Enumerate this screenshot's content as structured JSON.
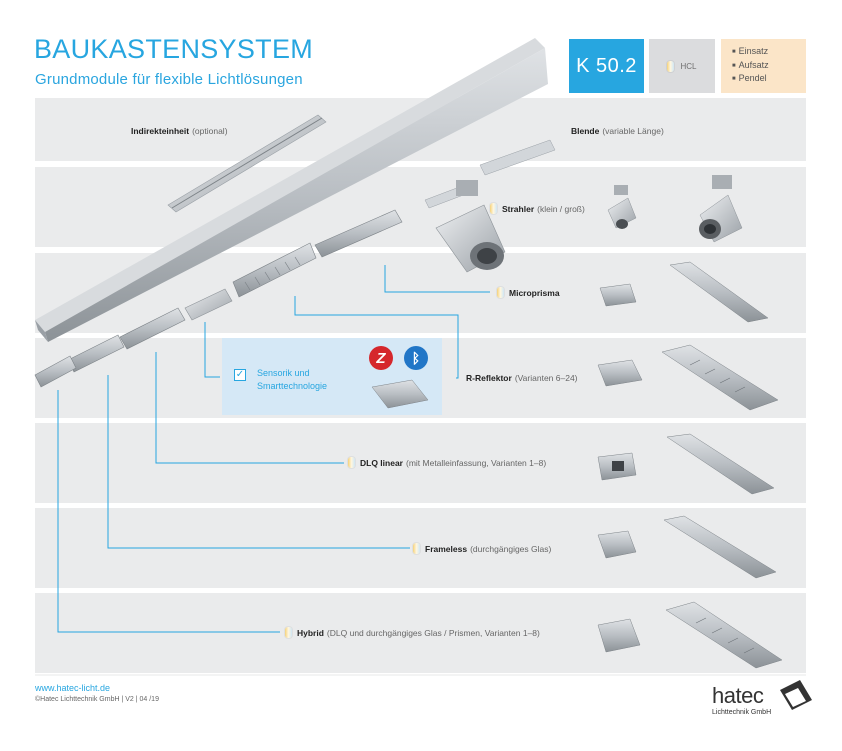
{
  "header": {
    "title": "BAUKASTENSYSTEM",
    "subtitle": "Grundmodule für flexible Lichtlösungen"
  },
  "badges": {
    "product": "K 50.2",
    "hcl": "HCL",
    "mounting": [
      "Einsatz",
      "Aufsatz",
      "Pendel"
    ]
  },
  "modules": {
    "indirekt": {
      "name": "Indirekteinheit",
      "note": "(optional)"
    },
    "blende": {
      "name": "Blende",
      "note": "(variable Länge)"
    },
    "strahler": {
      "name": "Strahler",
      "note": "(klein / groß)"
    },
    "microprisma": {
      "name": "Microprisma",
      "note": ""
    },
    "reflektor": {
      "name": "R-Reflektor",
      "note": "(Varianten 6–24)"
    },
    "dlq": {
      "name": "DLQ linear",
      "note": "(mit Metalleinfassung, Varianten 1–8)"
    },
    "frameless": {
      "name": "Frameless",
      "note": "(durchgängiges Glas)"
    },
    "hybrid": {
      "name": "Hybrid",
      "note": "(DLQ und durchgängiges Glas / Prismen, Varianten 1–8)"
    }
  },
  "sensor": {
    "line1": "Sensorik und",
    "line2": "Smarttechnologie",
    "zigbee": "Z",
    "bluetooth": "ᛒ"
  },
  "footer": {
    "url": "www.hatec-licht.de",
    "copyright": "©Hatec Lichttechnik GmbH | V2 | 04 /19",
    "logo": "hatec",
    "logo_sub": "Lichttechnik GmbH"
  },
  "colors": {
    "accent": "#27a6e0",
    "band": "#eaebec",
    "sensor_bg": "#d5e8f6",
    "mount_bg": "#fbe5c8"
  }
}
